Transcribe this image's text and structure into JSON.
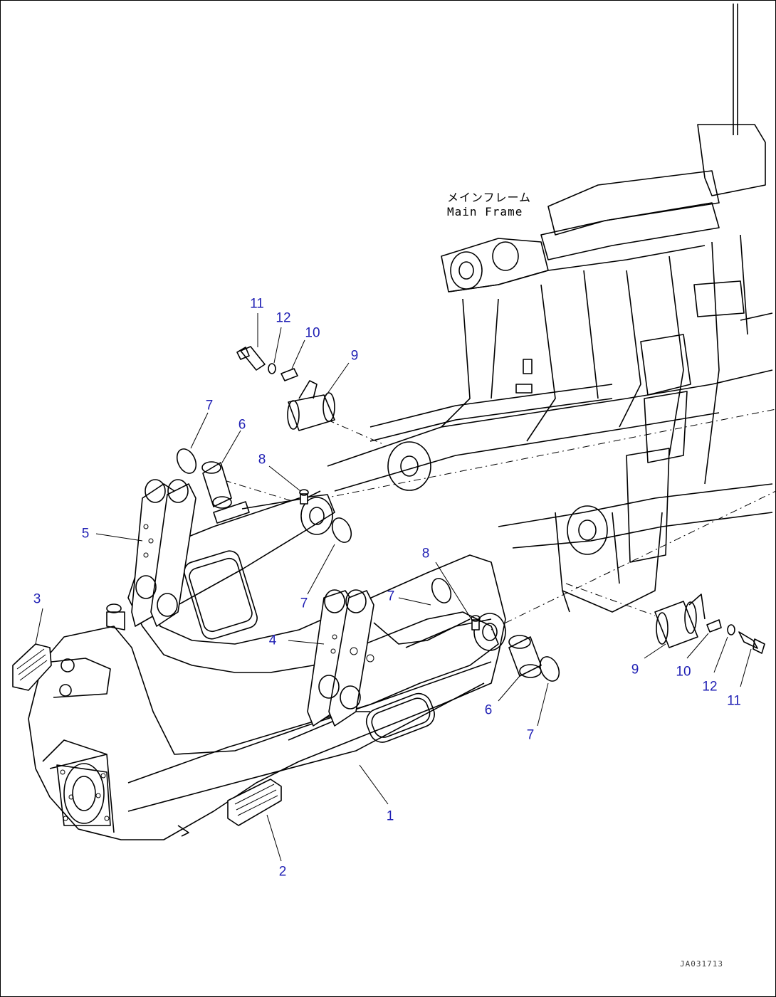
{
  "frame_label": {
    "japanese": "メインフレーム",
    "english": "Main Frame"
  },
  "drawing_code": "JA031713",
  "callouts": [
    {
      "id": "c1",
      "text": "1"
    },
    {
      "id": "c2",
      "text": "2"
    },
    {
      "id": "c3",
      "text": "3"
    },
    {
      "id": "c4",
      "text": "4"
    },
    {
      "id": "c5",
      "text": "5"
    },
    {
      "id": "c6a",
      "text": "6"
    },
    {
      "id": "c6b",
      "text": "6"
    },
    {
      "id": "c7a",
      "text": "7"
    },
    {
      "id": "c7b",
      "text": "7"
    },
    {
      "id": "c7c",
      "text": "7"
    },
    {
      "id": "c7d",
      "text": "7"
    },
    {
      "id": "c8a",
      "text": "8"
    },
    {
      "id": "c8b",
      "text": "8"
    },
    {
      "id": "c9a",
      "text": "9"
    },
    {
      "id": "c9b",
      "text": "9"
    },
    {
      "id": "c10a",
      "text": "10"
    },
    {
      "id": "c10b",
      "text": "10"
    },
    {
      "id": "c11a",
      "text": "11"
    },
    {
      "id": "c11b",
      "text": "11"
    },
    {
      "id": "c12a",
      "text": "12"
    },
    {
      "id": "c12b",
      "text": "12"
    }
  ],
  "colors": {
    "callout": "#1f1fb4",
    "line": "#000000",
    "background": "#ffffff"
  }
}
